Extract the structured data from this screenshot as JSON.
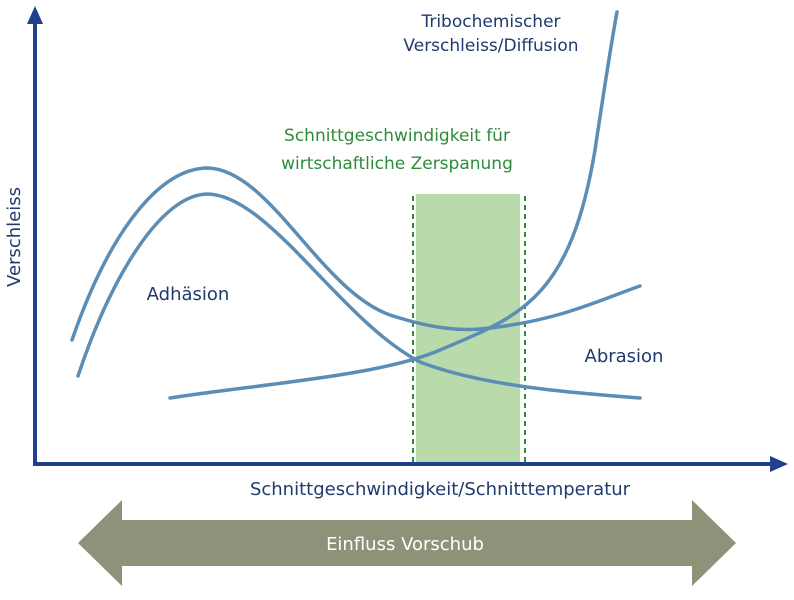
{
  "labels": {
    "y_axis": "Verschleiss",
    "x_axis": "Schnittgeschwindigkeit/Schnitttemperatur",
    "adhesion": "Adhäsion",
    "abrasion": "Abrasion",
    "tribo_line1": "Tribochemischer",
    "tribo_line2": "Verschleiss/Diffusion",
    "zone_line1": "Schnittgeschwindigkeit für",
    "zone_line2": "wirtschaftliche Zerspanung",
    "arrow": "Einfluss Vorschub"
  },
  "colors": {
    "axis": "#1f3f8f",
    "curve": "#5b8db5",
    "label": "#1f3a6e",
    "zone_fill": "#b5d9a8",
    "zone_border": "#2e8b3a",
    "zone_text": "#2e8b3a",
    "arrow_fill": "#8f9178",
    "arrow_text": "#ffffff"
  }
}
